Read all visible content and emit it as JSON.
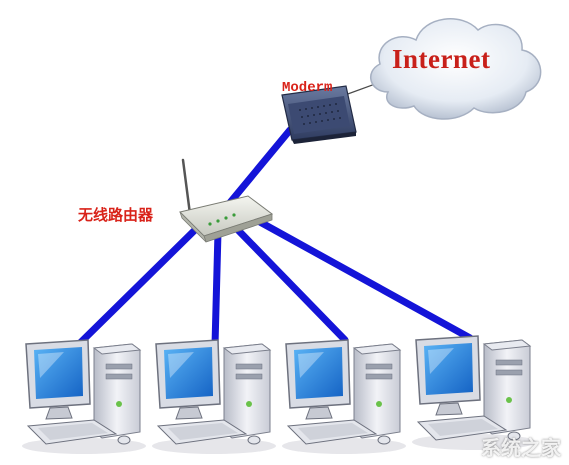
{
  "diagram": {
    "cloud_label": "Internet",
    "modem_label": "Moderm",
    "router_label": "无线路由器",
    "computers": [
      {
        "id": "pc-1"
      },
      {
        "id": "pc-2"
      },
      {
        "id": "pc-3"
      },
      {
        "id": "pc-4"
      }
    ],
    "watermark": "系统之家",
    "colors": {
      "cable": "#1414d8",
      "label": "#d9231a",
      "monitor_screen": "#1e7fd8",
      "cloud": "#dfe6f0"
    }
  }
}
